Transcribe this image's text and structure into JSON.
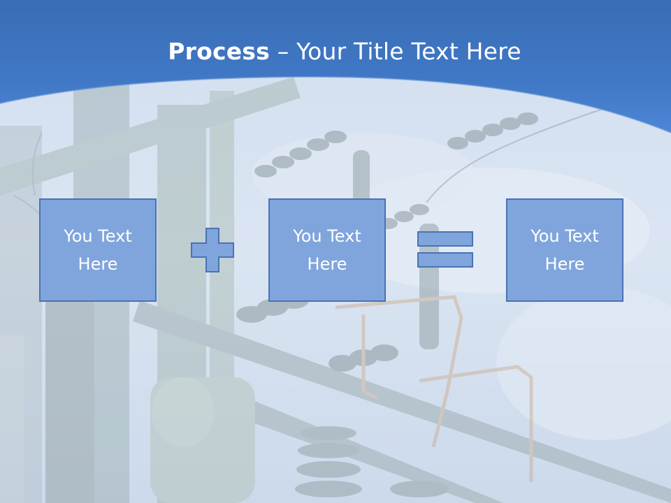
{
  "slide": {
    "title_bold": "Process",
    "title_dash": " – ",
    "title_rest": "Your Title Text Here",
    "boxes": [
      {
        "text": "You Text Here"
      },
      {
        "text": "You Text Here"
      },
      {
        "text": "You Text Here"
      }
    ],
    "operators": [
      "plus-icon",
      "equals-icon"
    ]
  },
  "colors": {
    "header_blue": "#3f77c3",
    "box_fill": "#7fa5dc",
    "box_border": "#4a72b4",
    "text": "#ffffff"
  }
}
